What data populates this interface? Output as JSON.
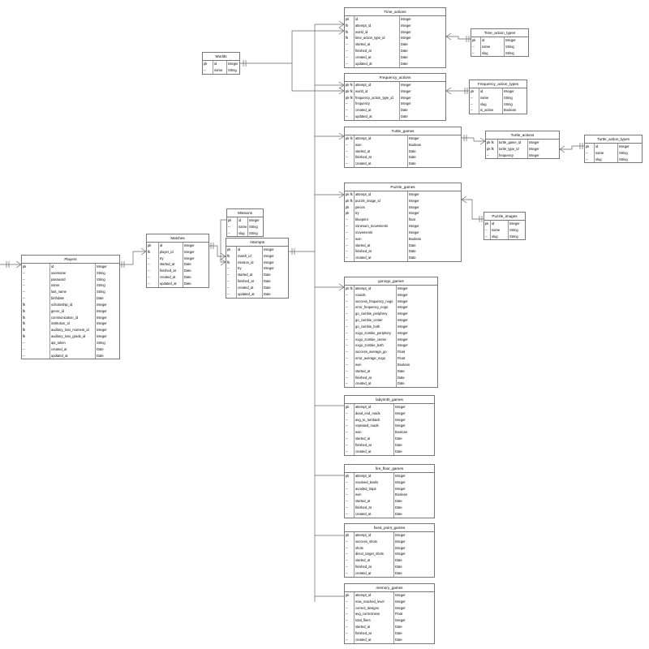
{
  "colors": {
    "line": "#666666",
    "border": "#777777",
    "background": "#ffffff",
    "text": "#000000"
  },
  "entities": [
    {
      "id": "players",
      "name": "Players",
      "columns": [
        [
          "pk",
          "id",
          "Integer"
        ],
        [
          "--",
          "username",
          "String"
        ],
        [
          "--",
          "password",
          "String"
        ],
        [
          "--",
          "name",
          "String"
        ],
        [
          "--",
          "last_name",
          "String"
        ],
        [
          "--",
          "birthdate",
          "Date"
        ],
        [
          "fk",
          "scholarship_id",
          "Integer"
        ],
        [
          "fk",
          "genre_id",
          "Integer"
        ],
        [
          "fk",
          "communication_id",
          "Integer"
        ],
        [
          "fk",
          "institution_id",
          "Integer"
        ],
        [
          "fk",
          "auditory_loss_moment_id",
          "Integer"
        ],
        [
          "fk",
          "auditory_loss_grade_id",
          "Integer"
        ],
        [
          "--",
          "api_token",
          "String"
        ],
        [
          "--",
          "created_at",
          "Date"
        ],
        [
          "--",
          "updated_at",
          "Date"
        ]
      ]
    },
    {
      "id": "matches",
      "name": "Matches",
      "columns": [
        [
          "pk",
          "id",
          "Integer"
        ],
        [
          "fk",
          "player_id",
          "Integer"
        ],
        [
          "--",
          "try",
          "Integer"
        ],
        [
          "--",
          "started_at",
          "Date"
        ],
        [
          "--",
          "finished_at",
          "Date"
        ],
        [
          "--",
          "created_at",
          "Date"
        ],
        [
          "--",
          "updated_at",
          "Date"
        ]
      ]
    },
    {
      "id": "missions",
      "name": "Missions",
      "columns": [
        [
          "pk",
          "id",
          "Integer"
        ],
        [
          "--",
          "name",
          "String"
        ],
        [
          "--",
          "slug",
          "String"
        ]
      ]
    },
    {
      "id": "attempts",
      "name": "Attempts",
      "columns": [
        [
          "pk",
          "id",
          "Integer"
        ],
        [
          "fk",
          "match_id",
          "Integer"
        ],
        [
          "fk",
          "mission_id",
          "Integer"
        ],
        [
          "--",
          "try",
          "Integer"
        ],
        [
          "--",
          "started_at",
          "Date"
        ],
        [
          "--",
          "finished_at",
          "Date"
        ],
        [
          "--",
          "created_at",
          "Date"
        ],
        [
          "--",
          "updated_at",
          "Date"
        ]
      ]
    },
    {
      "id": "worlds",
      "name": "Worlds",
      "columns": [
        [
          "pk",
          "id",
          "Integer"
        ],
        [
          "--",
          "name",
          "String"
        ]
      ]
    },
    {
      "id": "time_actions",
      "name": "Time_actions",
      "columns": [
        [
          "pk",
          "id",
          "Integer"
        ],
        [
          "fk",
          "attempt_id",
          "Integer"
        ],
        [
          "fk",
          "world_id",
          "Integer"
        ],
        [
          "fk",
          "time_action_type_id",
          "Integer"
        ],
        [
          "--",
          "started_at",
          "Date"
        ],
        [
          "--",
          "finished_at",
          "Date"
        ],
        [
          "--",
          "created_at",
          "Date"
        ],
        [
          "--",
          "updated_at",
          "Date"
        ]
      ]
    },
    {
      "id": "time_action_types",
      "name": "Time_action_types",
      "columns": [
        [
          "pk",
          "id",
          "Integer"
        ],
        [
          "--",
          "name",
          "String"
        ],
        [
          "--",
          "slug",
          "String"
        ]
      ]
    },
    {
      "id": "frequency_actions",
      "name": "Frequency_actions",
      "columns": [
        [
          "pk fk",
          "attempt_id",
          "Integer"
        ],
        [
          "pk fk",
          "world_id",
          "Integer"
        ],
        [
          "pk fk",
          "frequency_action_type_id",
          "Integer"
        ],
        [
          "--",
          "frequency",
          "Integer"
        ],
        [
          "--",
          "created_at",
          "Date"
        ],
        [
          "--",
          "updated_at",
          "Date"
        ]
      ]
    },
    {
      "id": "frequency_action_types",
      "name": "Frequency_action_types",
      "columns": [
        [
          "pk",
          "id",
          "Integer"
        ],
        [
          "--",
          "name",
          "String"
        ],
        [
          "--",
          "slug",
          "String"
        ],
        [
          "--",
          "is_action",
          "Boolean"
        ]
      ]
    },
    {
      "id": "turtle_games",
      "name": "Turtle_games",
      "columns": [
        [
          "pk fk",
          "attempt_id",
          "Integer"
        ],
        [
          "--",
          "won",
          "Boolean"
        ],
        [
          "--",
          "started_at",
          "Date"
        ],
        [
          "--",
          "finished_at",
          "Date"
        ],
        [
          "--",
          "created_at",
          "Date"
        ]
      ]
    },
    {
      "id": "turtle_actions",
      "name": "Turtle_actions",
      "columns": [
        [
          "pk fk",
          "turtle_game_id",
          "Integer"
        ],
        [
          "pk fk",
          "turtle_type_id",
          "Integer"
        ],
        [
          "--",
          "frequency",
          "Integer"
        ]
      ]
    },
    {
      "id": "turtle_action_types",
      "name": "Turtle_action_types",
      "columns": [
        [
          "pk",
          "id",
          "Integer"
        ],
        [
          "--",
          "name",
          "String"
        ],
        [
          "--",
          "slug",
          "String"
        ]
      ]
    },
    {
      "id": "puzzle_games",
      "name": "Puzzle_games",
      "columns": [
        [
          "pk fk",
          "attempt_id",
          "Integer"
        ],
        [
          "pk fk",
          "puzzle_image_id",
          "Integer"
        ],
        [
          "pk",
          "pieces",
          "Integer"
        ],
        [
          "pk",
          "try",
          "Integer"
        ],
        [
          "--",
          "blueprint",
          "float"
        ],
        [
          "--",
          "minimum_movements",
          "Integer"
        ],
        [
          "--",
          "movements",
          "Integer"
        ],
        [
          "--",
          "won",
          "Boolean"
        ],
        [
          "--",
          "started_at",
          "Date"
        ],
        [
          "--",
          "finished_at",
          "Date"
        ],
        [
          "--",
          "created_at",
          "Date"
        ]
      ]
    },
    {
      "id": "puzzle_images",
      "name": "Puzzle_images",
      "columns": [
        [
          "pk",
          "id",
          "Integer"
        ],
        [
          "--",
          "name",
          "String"
        ],
        [
          "--",
          "slug",
          "String"
        ]
      ]
    },
    {
      "id": "gonogo_games",
      "name": "gonogo_games",
      "columns": [
        [
          "pk fk",
          "attempt_id",
          "Integer"
        ],
        [
          "--",
          "rounds",
          "Integer"
        ],
        [
          "--",
          "success_frequency_nogo",
          "Integer"
        ],
        [
          "--",
          "error_frequency_nogo",
          "Integer"
        ],
        [
          "--",
          "go_zombie_periphery",
          "Integer"
        ],
        [
          "--",
          "go_zombie_center",
          "Integer"
        ],
        [
          "--",
          "go_zombie_both",
          "Integer"
        ],
        [
          "--",
          "nogo_zombie_periphery",
          "Integer"
        ],
        [
          "--",
          "nogo_zombie_center",
          "Integer"
        ],
        [
          "--",
          "nogo_zombie_both",
          "Integer"
        ],
        [
          "--",
          "success_average_go",
          "Float"
        ],
        [
          "--",
          "error_average_nogo",
          "Float"
        ],
        [
          "--",
          "won",
          "Boolean"
        ],
        [
          "--",
          "started_at",
          "Date"
        ],
        [
          "--",
          "finished_at",
          "Date"
        ],
        [
          "--",
          "created_at",
          "Date"
        ]
      ]
    },
    {
      "id": "labyrinth_games",
      "name": "labyrinth_games",
      "columns": [
        [
          "pk",
          "attempt_id",
          "Integer"
        ],
        [
          "--",
          "dead_end_roads",
          "Integer"
        ],
        [
          "--",
          "avg_to_turnback",
          "Integer"
        ],
        [
          "--",
          "repeated_roads",
          "Integer"
        ],
        [
          "--",
          "won",
          "Boolean"
        ],
        [
          "--",
          "started_at",
          "Date"
        ],
        [
          "--",
          "finished_at",
          "Date"
        ],
        [
          "--",
          "created_at",
          "Date"
        ]
      ]
    },
    {
      "id": "fire_floor_games",
      "name": "fire_floor_games",
      "columns": [
        [
          "pk",
          "attempt_id",
          "Integer"
        ],
        [
          "--",
          "resolved_levels",
          "Integer"
        ],
        [
          "--",
          "avoided_traps",
          "Integer"
        ],
        [
          "--",
          "won",
          "Boolean"
        ],
        [
          "--",
          "started_at",
          "Date"
        ],
        [
          "--",
          "finished_at",
          "Date"
        ],
        [
          "--",
          "created_at",
          "Date"
        ]
      ]
    },
    {
      "id": "fixed_point_games",
      "name": "fixed_point_games",
      "columns": [
        [
          "pk",
          "attempt_id",
          "Integer"
        ],
        [
          "--",
          "success_shots",
          "Integer"
        ],
        [
          "--",
          "shots",
          "Integer"
        ],
        [
          "--",
          "direct_target_shots",
          "Integer"
        ],
        [
          "--",
          "started_at",
          "Date"
        ],
        [
          "--",
          "finished_at",
          "Date"
        ],
        [
          "--",
          "created_at",
          "Date"
        ]
      ]
    },
    {
      "id": "memory_games",
      "name": "memory_games",
      "columns": [
        [
          "pk",
          "attempt_id",
          "Integer"
        ],
        [
          "--",
          "max_reached_level",
          "Integer"
        ],
        [
          "--",
          "correct_designs",
          "Integer"
        ],
        [
          "--",
          "avg_correctness",
          "Float"
        ],
        [
          "--",
          "total_fliers",
          "Integer"
        ],
        [
          "--",
          "started_at",
          "Date"
        ],
        [
          "--",
          "finished_at",
          "Date"
        ],
        [
          "--",
          "created_at",
          "Date"
        ]
      ]
    }
  ]
}
